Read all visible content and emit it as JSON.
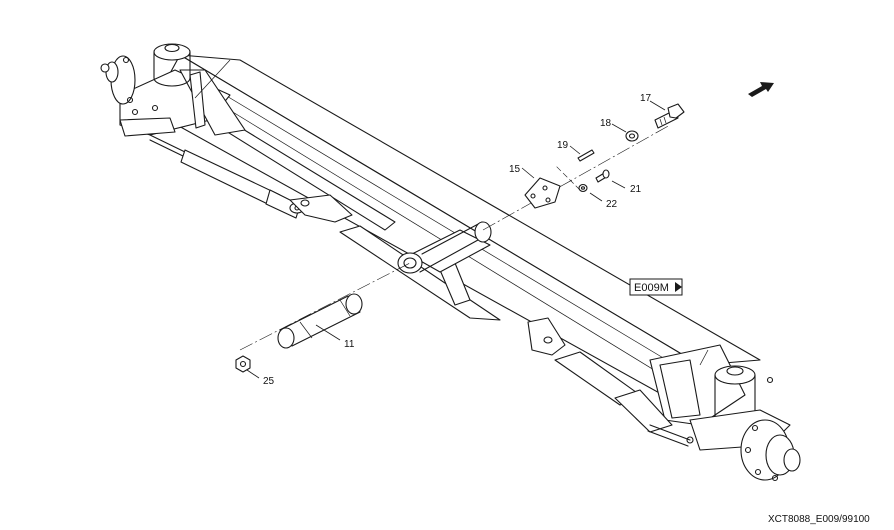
{
  "parts": [
    {
      "number": "17"
    },
    {
      "number": "18"
    },
    {
      "number": "19"
    },
    {
      "number": "15"
    },
    {
      "number": "21"
    },
    {
      "number": "22"
    },
    {
      "number": "11"
    },
    {
      "number": "25"
    }
  ],
  "reference_label": "E009M",
  "drawing_code": "XCT8088_E009/99100",
  "icons": {
    "direction": "front-direction-arrow-icon",
    "reference_pointer": "triangle-right-icon"
  }
}
